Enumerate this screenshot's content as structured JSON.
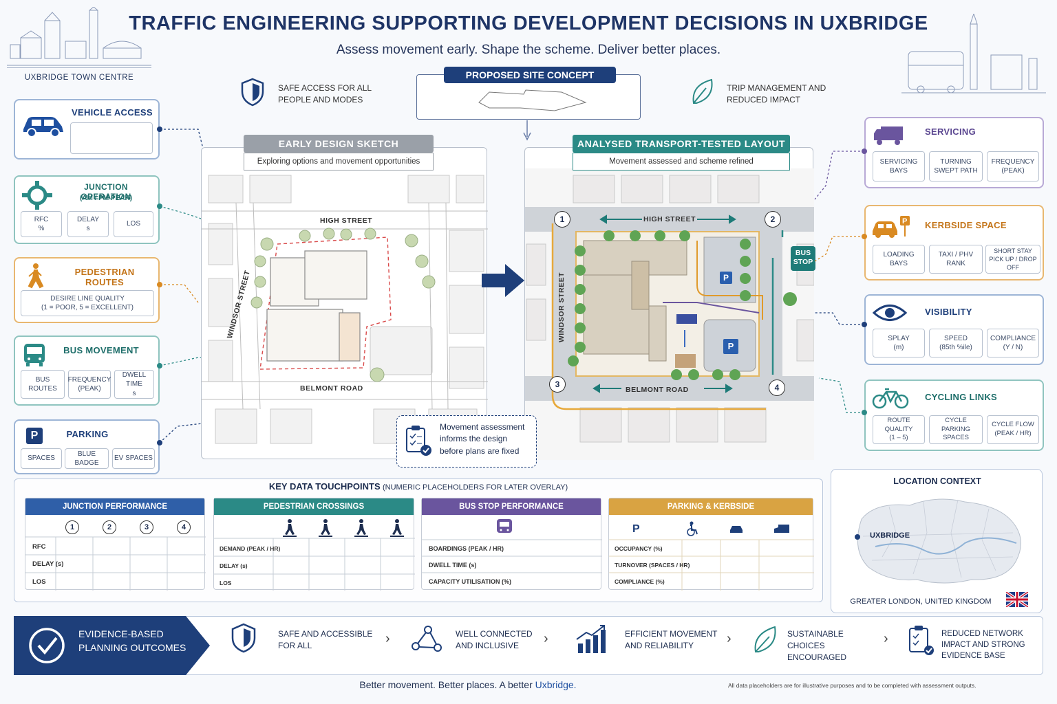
{
  "header": {
    "title": "TRAFFIC ENGINEERING SUPPORTING DEVELOPMENT DECISIONS IN UXBRIDGE",
    "subtitle": "Assess movement early. Shape the scheme. Deliver better places.",
    "town_label": "UXBRIDGE TOWN CENTRE"
  },
  "top_center": {
    "concept_label": "PROPOSED SITE CONCEPT",
    "safe_access": "SAFE ACCESS FOR ALL PEOPLE AND MODES",
    "trip_management": "TRIP MANAGEMENT AND REDUCED IMPACT"
  },
  "left_cards": {
    "vehicle_access": {
      "title": "VEHICLE ACCESS"
    },
    "junction": {
      "title": "JUNCTION OPERATION",
      "subtitle": "(AM / PM PEAK)",
      "cells": [
        "RFC\n%",
        "DELAY\ns",
        "LOS"
      ]
    },
    "pedestrian": {
      "title": "PEDESTRIAN ROUTES",
      "cell": "DESIRE LINE QUALITY\n(1 = POOR, 5 = EXCELLENT)"
    },
    "bus": {
      "title": "BUS MOVEMENT",
      "cells": [
        "BUS ROUTES",
        "FREQUENCY\n(PEAK)",
        "DWELL TIME\ns"
      ]
    },
    "parking": {
      "title": "PARKING",
      "cells": [
        "SPACES",
        "BLUE BADGE",
        "EV SPACES"
      ]
    }
  },
  "right_cards": {
    "servicing": {
      "title": "SERVICING",
      "cells": [
        "SERVICING\nBAYS",
        "TURNING\nSWEPT PATH",
        "FREQUENCY\n(PEAK)"
      ]
    },
    "kerbside": {
      "title": "KERBSIDE SPACE",
      "cells": [
        "LOADING\nBAYS",
        "TAXI / PHV\nRANK",
        "SHORT STAY\nPICK UP / DROP OFF"
      ]
    },
    "visibility": {
      "title": "VISIBILITY",
      "cells": [
        "SPLAY\n(m)",
        "SPEED\n(85th %ile)",
        "COMPLIANCE\n(Y / N)"
      ]
    },
    "cycling": {
      "title": "CYCLING LINKS",
      "cells": [
        "ROUTE QUALITY\n(1 – 5)",
        "CYCLE PARKING\nSPACES",
        "CYCLE FLOW\n(PEAK / HR)"
      ]
    }
  },
  "sketch": {
    "title": "EARLY DESIGN SKETCH",
    "subtitle": "Exploring options and movement opportunities",
    "streets": [
      "HIGH STREET",
      "WINDSOR STREET",
      "BELMONT ROAD"
    ]
  },
  "layout": {
    "title": "ANALYSED TRANSPORT-TESTED LAYOUT",
    "subtitle": "Movement assessed and scheme refined",
    "streets": [
      "HIGH STREET",
      "WINDSOR STREET",
      "BELMONT ROAD"
    ],
    "junctions": [
      "1",
      "2",
      "3",
      "4"
    ],
    "bus_stop": "BUS STOP",
    "parking_mark": "P"
  },
  "movement_note": "Movement assessment informs the design before plans are fixed",
  "touchpoints": {
    "title": "KEY DATA TOUCHPOINTS",
    "note": "(NUMERIC PLACEHOLDERS FOR LATER OVERLAY)",
    "tables": {
      "junction": {
        "title": "JUNCTION PERFORMANCE",
        "cols": [
          "1",
          "2",
          "3",
          "4"
        ],
        "rows": [
          "RFC",
          "DELAY (s)",
          "LOS"
        ]
      },
      "pedestrian": {
        "title": "PEDESTRIAN CROSSINGS",
        "rows": [
          "DEMAND (PEAK / HR)",
          "DELAY (s)",
          "LOS"
        ]
      },
      "bus": {
        "title": "BUS STOP PERFORMANCE",
        "rows": [
          "BOARDINGS (PEAK / HR)",
          "DWELL TIME (s)",
          "CAPACITY UTILISATION (%)"
        ]
      },
      "parking": {
        "title": "PARKING & KERBSIDE",
        "rows": [
          "OCCUPANCY (%)",
          "TURNOVER (SPACES / HR)",
          "COMPLIANCE (%)"
        ],
        "p_mark": "P"
      }
    }
  },
  "location": {
    "title": "LOCATION CONTEXT",
    "place": "UXBRIDGE",
    "caption": "GREATER LONDON, UNITED KINGDOM"
  },
  "outcomes": {
    "label": "EVIDENCE-BASED PLANNING OUTCOMES",
    "items": [
      "SAFE AND ACCESSIBLE FOR ALL",
      "WELL CONNECTED AND INCLUSIVE",
      "EFFICIENT MOVEMENT AND RELIABILITY",
      "SUSTAINABLE CHOICES ENCOURAGED",
      "REDUCED NETWORK IMPACT AND STRONG EVIDENCE BASE"
    ]
  },
  "footer": {
    "tagline": "Better movement. Better places. A better ",
    "tagline_town": "Uxbridge.",
    "disclaimer": "All data placeholders are for illustrative purposes and to be completed with assessment outputs."
  },
  "colors": {
    "navy": "#1e3f7a",
    "teal": "#2b8a86",
    "orange": "#d98a22",
    "purple": "#6a559e",
    "gold": "#d9a342"
  }
}
